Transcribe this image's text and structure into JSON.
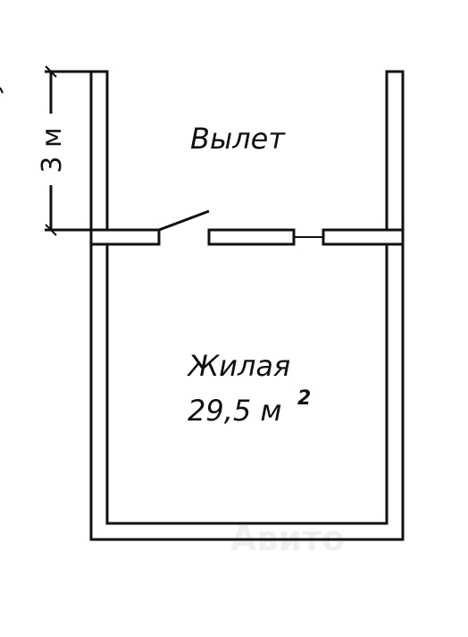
{
  "plan": {
    "exterior_label": "Вылет",
    "room_name": "Жилая",
    "room_area": "29,5 м",
    "area_superscript": "2",
    "dimension_label": "3 м",
    "watermark": "Авито"
  },
  "colors": {
    "line": "#111111",
    "background": "#ffffff",
    "watermark": "#e6e6e6"
  }
}
